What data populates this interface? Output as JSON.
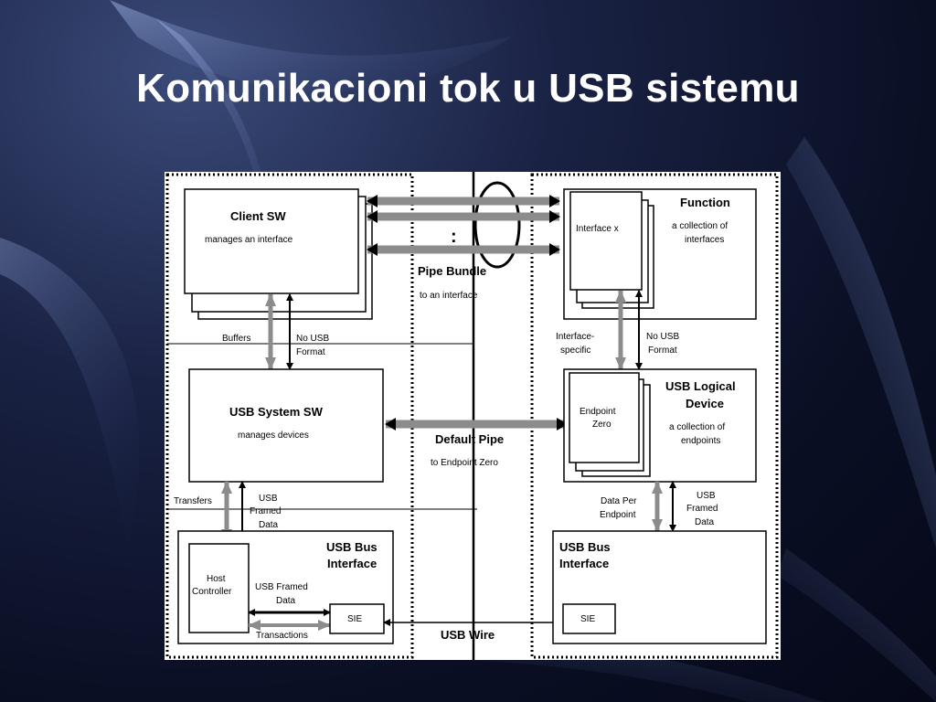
{
  "slide": {
    "title": "Komunikacioni tok u USB sistemu"
  },
  "colors": {
    "background": "#0a0f24",
    "title": "#ffffff",
    "panel": "#ffffff",
    "gray_arrow": "#8c8c8c"
  },
  "host": {
    "client_sw_title": "Client SW",
    "client_sw_sub": "manages an interface",
    "buffers": "Buffers",
    "no_usb_format_1": "No USB",
    "no_usb_format_2": "Format",
    "system_sw_title": "USB System SW",
    "system_sw_sub": "manages devices",
    "transfers": "Transfers",
    "usb_framed_data_1": "USB",
    "usb_framed_data_2": "Framed",
    "usb_framed_data_3": "Data",
    "bus_interface_1": "USB Bus",
    "bus_interface_2": "Interface",
    "host_controller_1": "Host",
    "host_controller_2": "Controller",
    "framed_data_1": "USB Framed",
    "framed_data_2": "Data",
    "sie": "SIE",
    "transactions": "Transactions"
  },
  "middle": {
    "dots": ":",
    "pipe_bundle": "Pipe Bundle",
    "pipe_bundle_sub": "to an interface",
    "default_pipe": "Default Pipe",
    "default_pipe_sub": "to Endpoint Zero",
    "usb_wire": "USB Wire"
  },
  "device": {
    "function_title": "Function",
    "function_sub_1": "a collection of",
    "function_sub_2": "interfaces",
    "interface_x": "Interface x",
    "interface_specific_1": "Interface-",
    "interface_specific_2": "specific",
    "no_usb_format_1": "No USB",
    "no_usb_format_2": "Format",
    "logical_device_1": "USB Logical",
    "logical_device_2": "Device",
    "logical_sub_1": "a collection of",
    "logical_sub_2": "endpoints",
    "endpoint_zero_1": "Endpoint",
    "endpoint_zero_2": "Zero",
    "data_per_endpoint_1": "Data Per",
    "data_per_endpoint_2": "Endpoint",
    "usb_framed_data_1": "USB",
    "usb_framed_data_2": "Framed",
    "usb_framed_data_3": "Data",
    "bus_interface_1": "USB Bus",
    "bus_interface_2": "Interface",
    "sie": "SIE"
  }
}
